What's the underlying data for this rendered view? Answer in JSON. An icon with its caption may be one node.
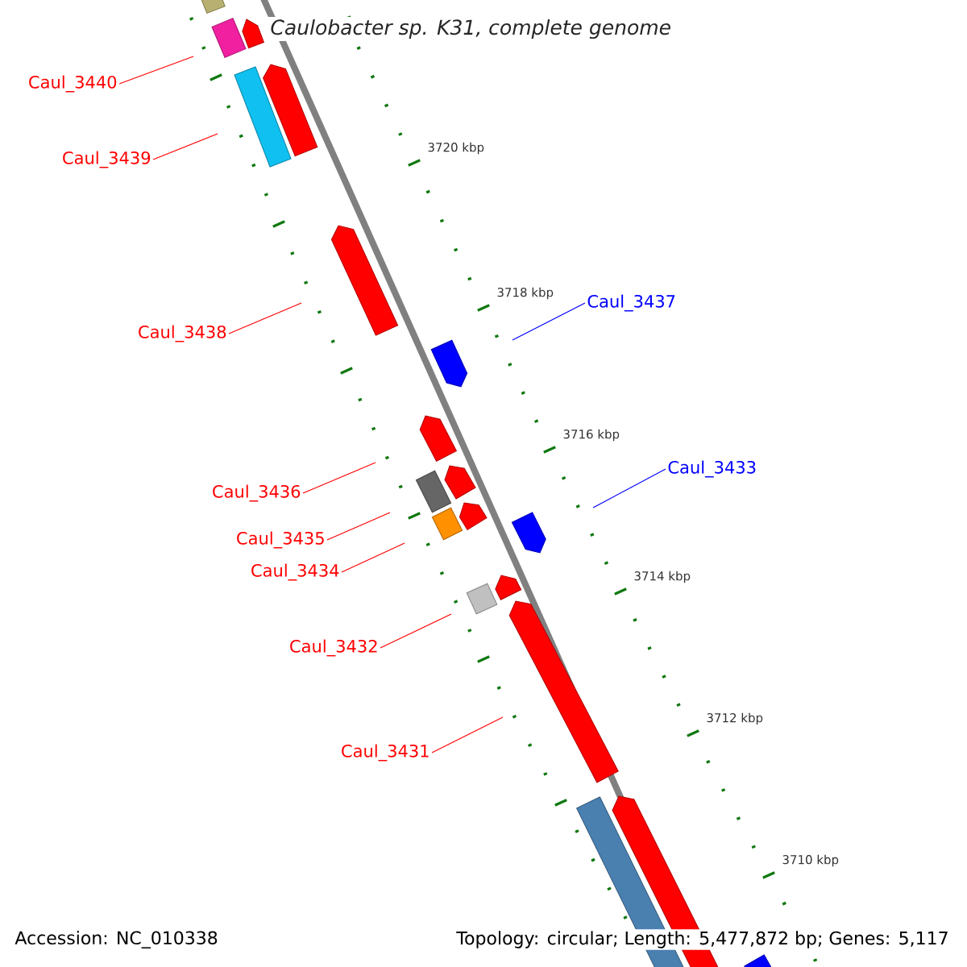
{
  "diagram": {
    "title": "Caulobacter sp. K31, complete genome",
    "nodes": [
      {
        "text": [
          "Caul_3440"
        ]
      },
      {
        "text": [
          "Caul_3439"
        ]
      },
      {
        "text": [
          "Caul_3438"
        ]
      },
      {
        "text": [
          "Caul_3437"
        ]
      },
      {
        "text": [
          "Caul_3436"
        ]
      },
      {
        "text": [
          "Caul_3433"
        ]
      },
      {
        "text": [
          "Caul_3435"
        ]
      },
      {
        "text": [
          "Caul_3434"
        ]
      },
      {
        "text": [
          "Caul_3432"
        ]
      },
      {
        "text": [
          "Caul_3431"
        ]
      }
    ],
    "edges": [
      {
        "from": 0,
        "to": null,
        "arrow": "none"
      },
      {
        "from": 1,
        "to": null,
        "arrow": "none"
      },
      {
        "from": 2,
        "to": null,
        "arrow": "none"
      },
      {
        "from": 3,
        "to": null,
        "arrow": "none",
        "color": "#0000ff"
      },
      {
        "from": 4,
        "to": null,
        "arrow": "none"
      },
      {
        "from": 5,
        "to": null,
        "arrow": "none",
        "color": "#0000ff"
      },
      {
        "from": 6,
        "to": null,
        "arrow": "none"
      },
      {
        "from": 7,
        "to": null,
        "arrow": "none"
      },
      {
        "from": 8,
        "to": null,
        "arrow": "none"
      },
      {
        "from": 9,
        "to": null,
        "arrow": "none"
      }
    ],
    "labels": [
      "3720 kbp",
      "3718 kbp",
      "3716 kbp",
      "3714 kbp",
      "3712 kbp",
      "3710 kbp",
      "Accession: NC_010338",
      "Topology: circular; Length: 5,477,872 bp; Genes: 5,117"
    ]
  }
}
